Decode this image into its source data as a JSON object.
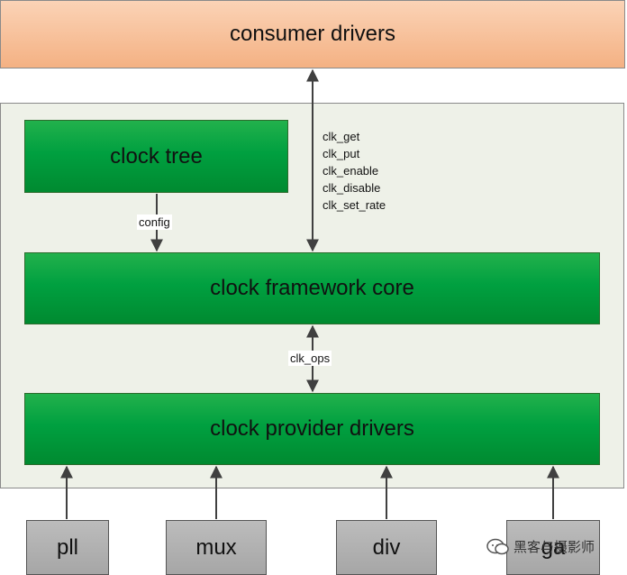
{
  "boxes": {
    "consumer": "consumer drivers",
    "clock_tree": "clock tree",
    "core": "clock framework core",
    "provider": "clock provider drivers",
    "pll": "pll",
    "mux": "mux",
    "div": "div",
    "gate": "ga"
  },
  "labels": {
    "config": "config",
    "clk_ops": "clk_ops"
  },
  "api_calls": [
    "clk_get",
    "clk_put",
    "clk_enable",
    "clk_disable",
    "clk_set_rate"
  ],
  "watermark": "黑客与摄影师",
  "colors": {
    "consumer": "#f4b183",
    "green": "#00a040",
    "gray": "#a6a6a6",
    "container": "#eef1e8"
  }
}
